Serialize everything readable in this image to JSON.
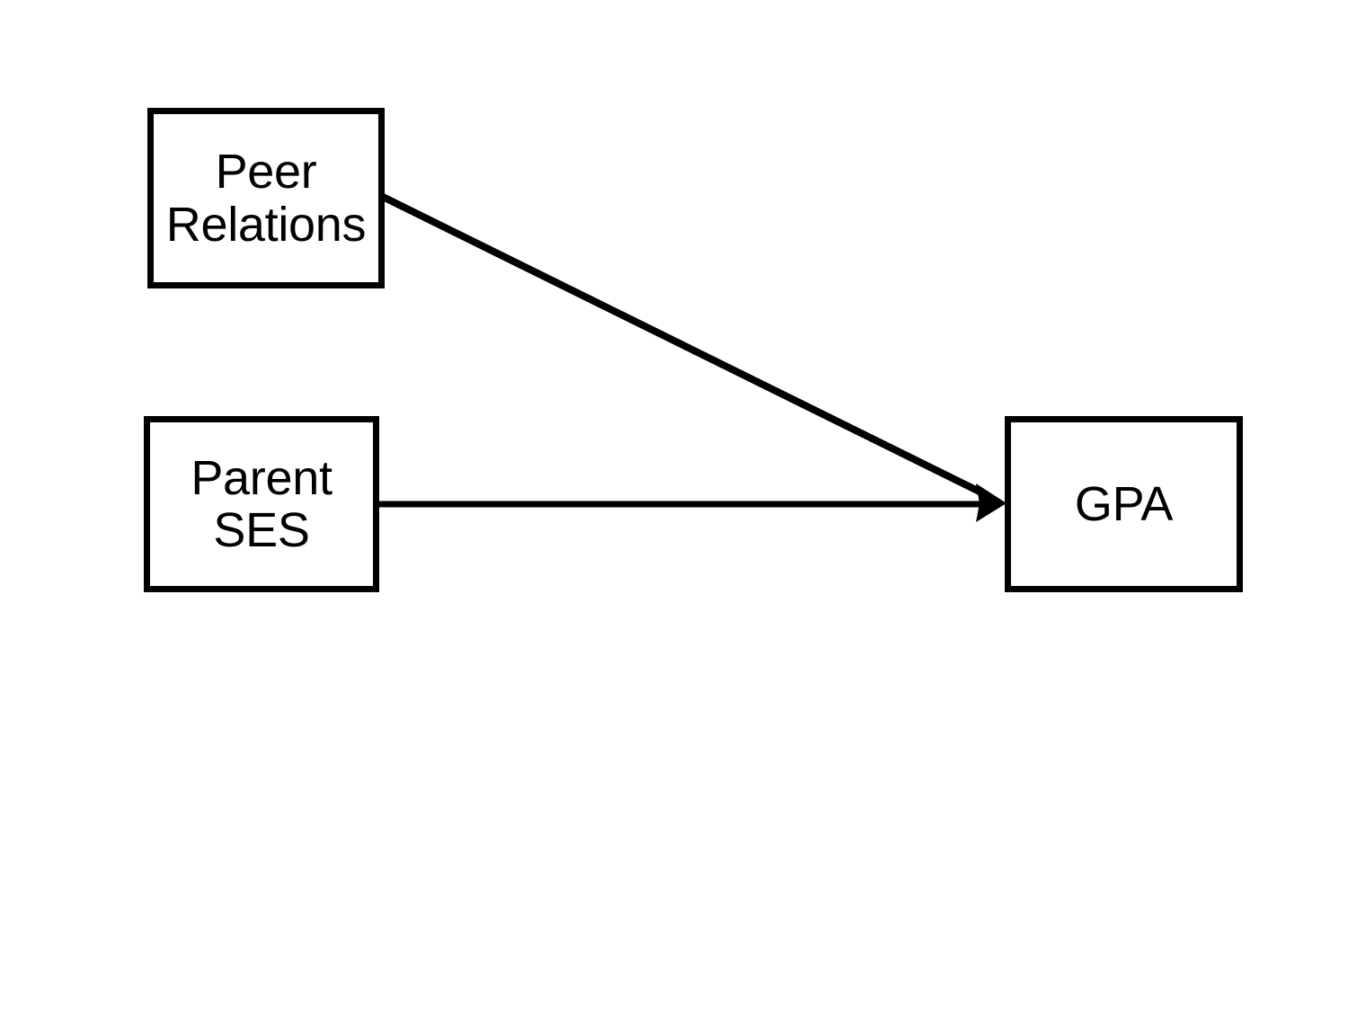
{
  "diagram": {
    "type": "path-diagram",
    "background_color": "#FFFFFF",
    "stroke_color": "#000000",
    "nodes": [
      {
        "id": "peer-relations",
        "label": "Peer\nRelations",
        "shape": "rectangle"
      },
      {
        "id": "parent-ses",
        "label": "Parent\nSES",
        "shape": "rectangle"
      },
      {
        "id": "gpa",
        "label": "GPA",
        "shape": "rectangle"
      }
    ],
    "edges": [
      {
        "id": "peer-relations-to-gpa",
        "from": "peer-relations",
        "to": "gpa",
        "style": "solid",
        "arrowhead": "filled-triangle",
        "direction": "one-way",
        "label": ""
      },
      {
        "id": "parent-ses-to-gpa",
        "from": "parent-ses",
        "to": "gpa",
        "style": "solid",
        "arrowhead": "filled-triangle",
        "direction": "one-way",
        "label": ""
      }
    ]
  }
}
